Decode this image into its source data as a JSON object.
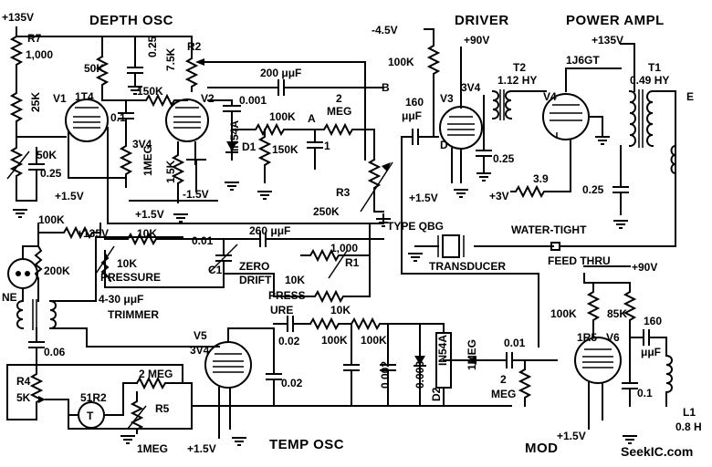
{
  "sections": {
    "depth_osc": "DEPTH OSC",
    "driver": "DRIVER",
    "power_ampl": "POWER AMPL",
    "temp_osc": "TEMP OSC",
    "mod": "MOD"
  },
  "labels": {
    "plus135_top": "+135V",
    "r7": "R7",
    "r7_value": "1,000",
    "r_25k": "25K",
    "r_50k_top": "50K",
    "c_025_top": "0.25",
    "r2": "R2",
    "r2_value": "7.5K",
    "r_150k_top": "150K",
    "c_01_v1": "0.1",
    "v1": "V1",
    "v1_tube": "1T4",
    "v2": "V2",
    "v2_tube": "3V4",
    "r_1meg_v1": "1MEG",
    "r_50k_var": "50K",
    "c_025_left": "0.25",
    "plus15_v1": "+1.5V",
    "r_15k": "1.5K",
    "minus15": "-1.5V",
    "plus15_v2": "+1.5V",
    "c_0001": "0.001",
    "c_200uuf": "200 μμF",
    "node_a": "A",
    "node_b": "B",
    "r_2meg": "2",
    "r_2meg_unit": "MEG",
    "r_100k_a": "100K",
    "r_150k_d1": "150K",
    "c_1": "1",
    "d1": "D1",
    "d1_type": "IN54A",
    "r3": "R3",
    "r3_value": "250K",
    "minus45": "-4.5V",
    "plus90_driver": "+90V",
    "r_100k_driver": "100K",
    "v3": "V3",
    "v3_tube": "3V4",
    "c_160": "160",
    "c_160_unit": "μμF",
    "node_d": "D",
    "c_025_driver": "0.25",
    "plus15_driver": "+1.5V",
    "plus3": "+3V",
    "r_39": "3.9",
    "t2": "T2",
    "t2_value": "1.12 HY",
    "v4": "V4",
    "v4_tube": "1J6GT",
    "plus135_pa": "+135V",
    "t1": "T1",
    "t1_value": "0.49 HY",
    "node_e": "E",
    "c_025_pa": "0.25",
    "type_qbg": "TYPE QBG",
    "transducer": "TRANSDUCER",
    "water_tight": "WATER-TIGHT",
    "feed_thru": "FEED THRU",
    "r_100k_ne": "100K",
    "plus135_mid": "+135V",
    "r_200k": "200K",
    "ne": "NE",
    "r_10k_pressure": "10K",
    "r_10k_var": "10K",
    "pressure": "PRESSURE",
    "c_001_mid": "0.01",
    "c_260uuf": "260 μμF",
    "zero": "ZERO",
    "drift": "DRIFT",
    "drift_10k": "10K",
    "c1": "C1",
    "trimmer_range": "4-30 μμF",
    "trimmer": "TRIMMER",
    "r1": "R1",
    "r1_value": "1,000",
    "pressure2": "PRESS-",
    "ure": "URE",
    "r_10k_ure": "10K",
    "c_006": "0.06",
    "r4": "R4",
    "r4_value": "5K",
    "v5": "V5",
    "v5_tube": "3V4",
    "c_002_a": "0.02",
    "c_002_b": "0.02",
    "r_100k_t1": "100K",
    "r_100k_t2": "100K",
    "c_0002": "0.002",
    "c_0003": "0.003",
    "d2": "D2",
    "d2_type": "IN54A",
    "r_1meg_d2": "1MEG",
    "r_2meg_t": "2 MEG",
    "thermistor": "51R2",
    "thermistor_t": "T",
    "r5": "R5",
    "r5_value": "1MEG",
    "plus15_temp": "+1.5V",
    "c_001_mod": "0.01",
    "r_2meg_mod": "2",
    "r_2meg_mod_unit": "MEG",
    "plus90_mod": "+90V",
    "r_100k_mod": "100K",
    "r_85k": "85K",
    "c_160_mod": "160",
    "c_160_mod_unit": "μμF",
    "v6": "V6",
    "v6_tube": "1R5",
    "c_01_mod": "0.1",
    "l1": "L1",
    "l1_value": "0.8 H",
    "plus15_mod": "+1.5V",
    "watermark": "SeekIC.com"
  }
}
